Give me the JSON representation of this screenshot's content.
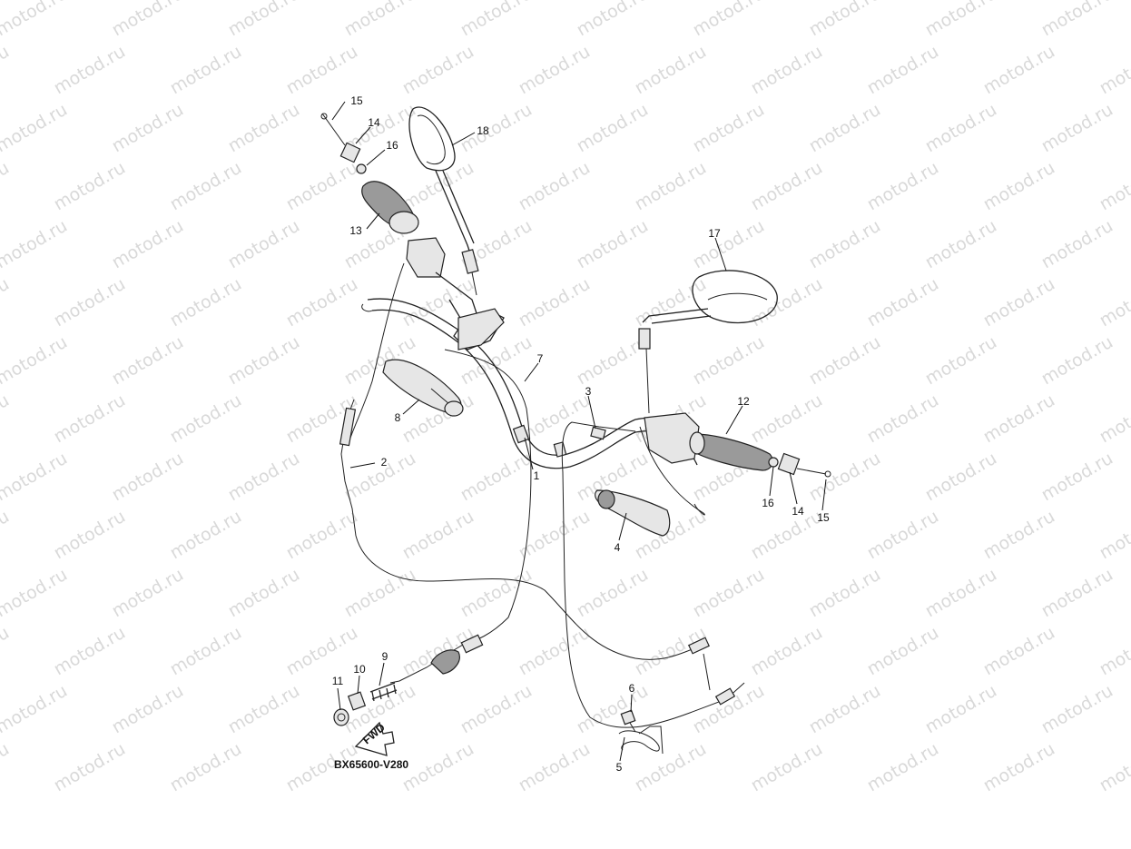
{
  "diagram": {
    "watermark": "motod.ru",
    "drawing_code": "BX65600-V280",
    "fwd_label": "FWD",
    "callouts": [
      {
        "id": "c1",
        "label": "1"
      },
      {
        "id": "c2",
        "label": "2"
      },
      {
        "id": "c3",
        "label": "3"
      },
      {
        "id": "c4",
        "label": "4"
      },
      {
        "id": "c5",
        "label": "5"
      },
      {
        "id": "c6",
        "label": "6"
      },
      {
        "id": "c7",
        "label": "7"
      },
      {
        "id": "c8",
        "label": "8"
      },
      {
        "id": "c9",
        "label": "9"
      },
      {
        "id": "c10",
        "label": "10"
      },
      {
        "id": "c11",
        "label": "11"
      },
      {
        "id": "c12",
        "label": "12"
      },
      {
        "id": "c13",
        "label": "13"
      },
      {
        "id": "c14a",
        "label": "14"
      },
      {
        "id": "c15a",
        "label": "15"
      },
      {
        "id": "c16a",
        "label": "16"
      },
      {
        "id": "c14b",
        "label": "14"
      },
      {
        "id": "c15b",
        "label": "15"
      },
      {
        "id": "c16b",
        "label": "16"
      },
      {
        "id": "c17",
        "label": "17"
      },
      {
        "id": "c18",
        "label": "18"
      }
    ]
  }
}
